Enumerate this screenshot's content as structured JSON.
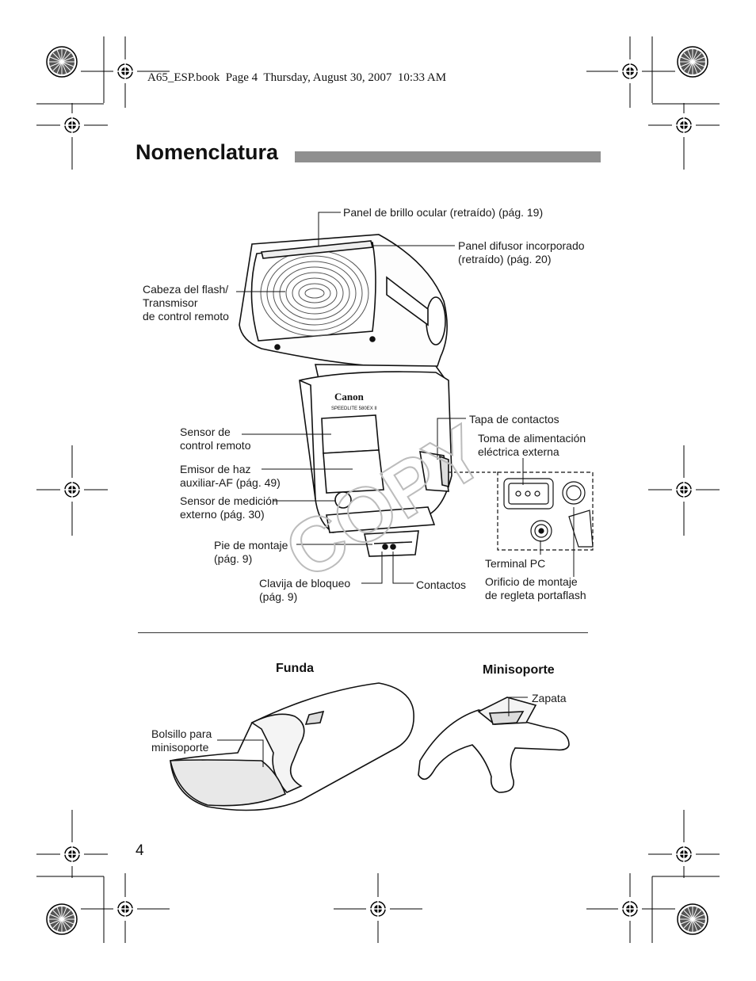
{
  "header": {
    "book_line": "A65_ESP.book  Page 4  Thursday, August 30, 2007  10:33 AM"
  },
  "title": "Nomenclatura",
  "watermark": "COPY",
  "flash": {
    "brand": "Canon",
    "model": "SPEEDLITE 580EX II",
    "labels": {
      "panel_brillo": "Panel de brillo ocular (retraído) (pág. 19)",
      "panel_difusor": "Panel difusor incorporado\n(retraído) (pág. 20)",
      "cabeza": "Cabeza del flash/\nTransmisor\nde control remoto",
      "sensor_control": "Sensor de\ncontrol remoto",
      "emisor": "Emisor de haz\nauxiliar-AF (pág. 49)",
      "sensor_medicion": "Sensor de medición\nexterno (pág. 30)",
      "pie": "Pie de montaje\n(pág. 9)",
      "clavija": "Clavija de bloqueo\n(pág. 9)",
      "contactos": "Contactos",
      "tapa": "Tapa de contactos",
      "toma": "Toma de alimentación\neléctrica externa",
      "terminal": "Terminal PC",
      "orificio": "Orificio de montaje\nde regleta portaflash"
    }
  },
  "accessories": {
    "funda_title": "Funda",
    "minisoporte_title": "Minisoporte",
    "bolsillo": "Bolsillo para\nminisoporte",
    "zapata": "Zapata"
  },
  "page_number": "4"
}
